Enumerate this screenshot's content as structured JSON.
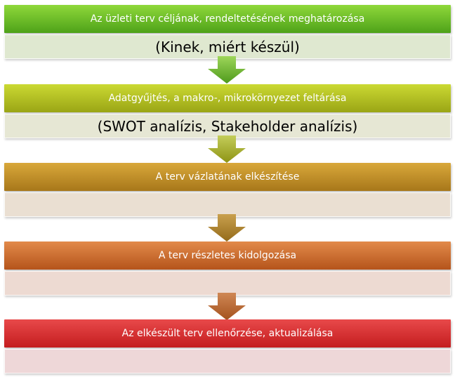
{
  "steps": [
    {
      "title": "Az üzleti terv céljának, rendeltetésének meghatározása",
      "detail": "(Kinek, miért készül)",
      "colors": {
        "top": "#8fd83a",
        "bottom": "#4ea219",
        "sub": "#dfe8d0",
        "arrowTop": "#9ed65a",
        "arrowBottom": "#4e9a1c"
      }
    },
    {
      "title": "Adatgyűjtés, a makro-, mikrokörnyezet feltárása",
      "detail": "(SWOT analízis, Stakeholder analízis)",
      "colors": {
        "top": "#cbd933",
        "bottom": "#9aa515",
        "sub": "#e6e7d4",
        "arrowTop": "#c4cd5a",
        "arrowBottom": "#8e9414"
      }
    },
    {
      "title": "A terv vázlatának elkészítése",
      "detail": "",
      "colors": {
        "top": "#d9a83a",
        "bottom": "#a7771a",
        "sub": "#eadfd2",
        "arrowTop": "#c9a04e",
        "arrowBottom": "#946b1a"
      }
    },
    {
      "title": "A terv részletes kidolgozása",
      "detail": "",
      "colors": {
        "top": "#e28a4a",
        "bottom": "#b5541b",
        "sub": "#eddad2",
        "arrowTop": "#cf8754",
        "arrowBottom": "#a4521e"
      }
    },
    {
      "title": "Az elkészült terv ellenőrzése, aktualizálása",
      "detail": "",
      "colors": {
        "top": "#e8494a",
        "bottom": "#c41d1f",
        "sub": "#eed7d8"
      }
    }
  ]
}
